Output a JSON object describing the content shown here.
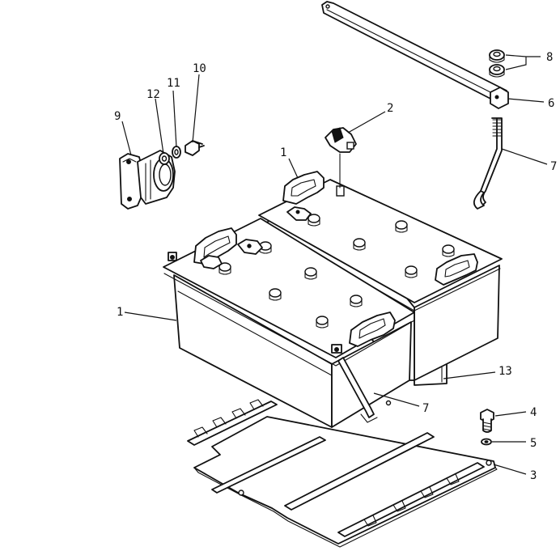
{
  "callouts": {
    "c1a": "1",
    "c1b": "1",
    "c2": "2",
    "c3": "3",
    "c4": "4",
    "c5": "5",
    "c6": "6",
    "c7a": "7",
    "c7b": "7",
    "c8": "8",
    "c9": "9",
    "c10": "10",
    "c11": "11",
    "c12": "12",
    "c13": "13"
  },
  "colors": {
    "ink": "#111111",
    "paper": "#ffffff"
  }
}
